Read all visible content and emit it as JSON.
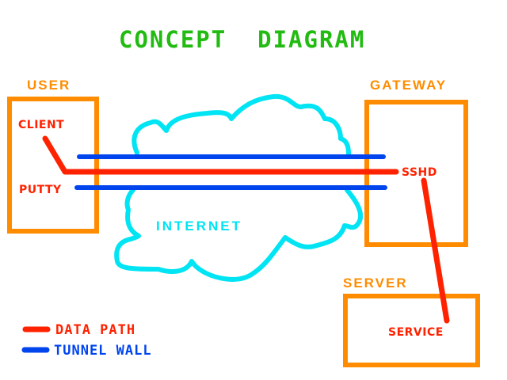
{
  "title": "CONCEPT  DIAGRAM",
  "colors": {
    "title": "#22bb11",
    "box": "#ff8c00",
    "data_path": "#ff2200",
    "tunnel_wall": "#0044ee",
    "cloud": "#00e4f4"
  },
  "nodes": {
    "user": {
      "heading": "USER",
      "components": [
        "CLIENT",
        "PUTTY"
      ]
    },
    "gateway": {
      "heading": "GATEWAY",
      "components": [
        "SSHD"
      ]
    },
    "server": {
      "heading": "SERVER",
      "components": [
        "SERVICE"
      ]
    },
    "internet": {
      "label": "INTERNET"
    }
  },
  "connections": [
    {
      "from": "CLIENT",
      "to": "PUTTY",
      "type": "data_path"
    },
    {
      "from": "PUTTY",
      "to": "SSHD",
      "type": "data_path",
      "via": "INTERNET",
      "tunneled": true
    },
    {
      "from": "SSHD",
      "to": "SERVICE",
      "type": "data_path"
    }
  ],
  "legend": [
    {
      "key": "data_path",
      "label": "DATA PATH"
    },
    {
      "key": "tunnel_wall",
      "label": "TUNNEL WALL"
    }
  ]
}
